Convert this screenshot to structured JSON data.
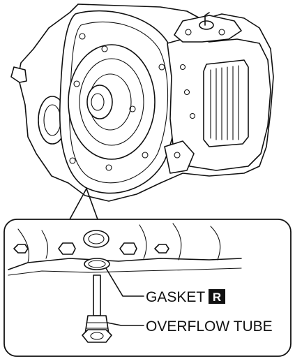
{
  "labels": {
    "gasket": "GASKET",
    "gasket_badge": "R",
    "overflow_tube": "OVERFLOW TUBE"
  },
  "colors": {
    "line": "#111111",
    "background": "#ffffff",
    "badge": "#111111"
  }
}
